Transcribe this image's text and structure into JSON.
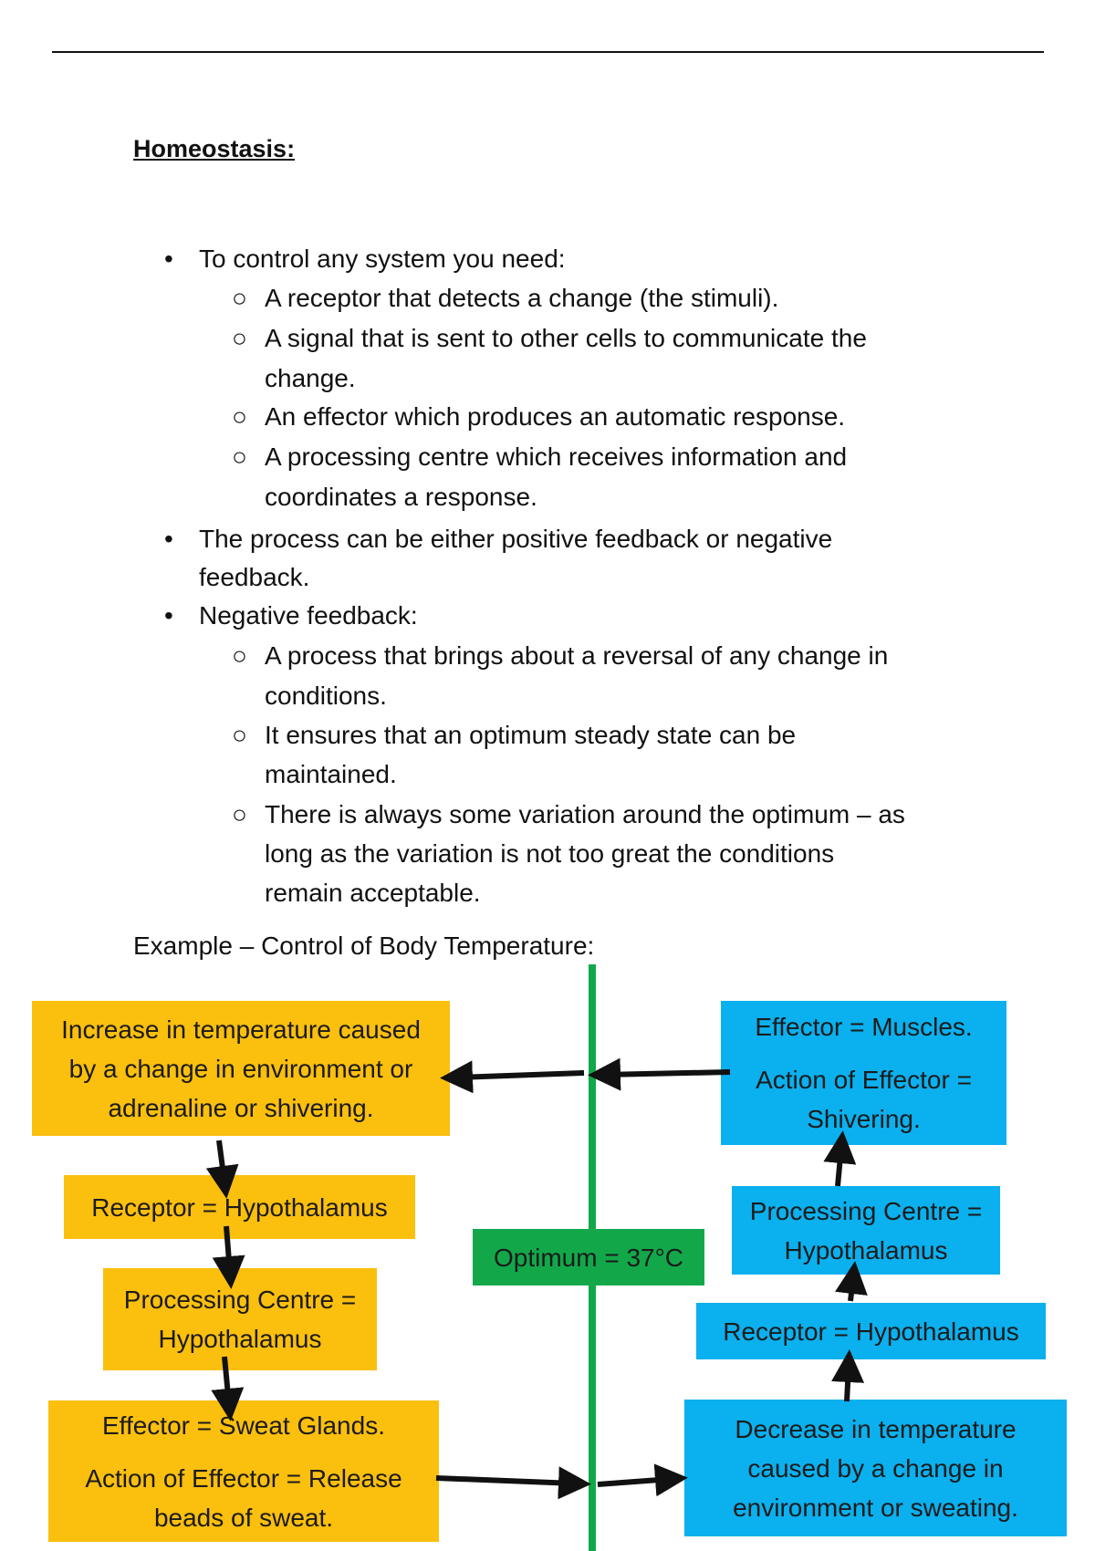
{
  "heading": "Homeostasis:",
  "bullets": [
    {
      "text": "To control any system you need:"
    },
    {
      "text": "A receptor that detects a change (the stimuli)."
    },
    {
      "text": "A signal that is sent to other cells to communicate the"
    },
    {
      "text": "change."
    },
    {
      "text": "An effector which produces an automatic response."
    },
    {
      "text": "A processing centre which receives information and"
    },
    {
      "text": "coordinates a response."
    },
    {
      "text": "The process can be either positive feedback or negative"
    },
    {
      "text": "feedback."
    },
    {
      "text": "Negative feedback:"
    },
    {
      "text": "A process that brings about a reversal of any change in"
    },
    {
      "text": "conditions."
    },
    {
      "text": "It ensures that an optimum steady state can be"
    },
    {
      "text": "maintained."
    },
    {
      "text": "There is always some variation around the optimum – as"
    },
    {
      "text": "long as the variation is not too great the conditions"
    },
    {
      "text": "remain acceptable."
    }
  ],
  "caption": "Example – Control of Body Temperature:",
  "diagram": {
    "optimum": "Optimum = 37°C",
    "left": {
      "increase": [
        "Increase in temperature caused",
        "by a change in environment or",
        "adrenaline or shivering."
      ],
      "receptor": "Receptor = Hypothalamus",
      "processing": [
        "Processing Centre =",
        "Hypothalamus"
      ],
      "effector": [
        "Effector = Sweat Glands.",
        "Action of Effector = Release",
        "beads of sweat."
      ]
    },
    "right": {
      "effector": [
        "Effector = Muscles.",
        "Action of Effector =",
        "Shivering."
      ],
      "processing": [
        "Processing Centre =",
        "Hypothalamus"
      ],
      "receptor": "Receptor = Hypothalamus",
      "decrease": [
        "Decrease in temperature",
        "caused by a change in",
        "environment or sweating."
      ]
    },
    "colors": {
      "warm": "#fbbf0e",
      "cool": "#0bb0ee",
      "optimum": "#12a84a"
    }
  }
}
